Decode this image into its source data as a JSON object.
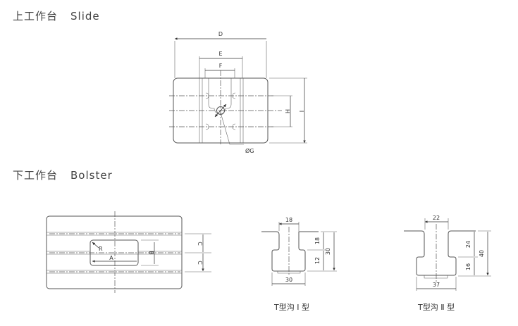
{
  "slide": {
    "title_cn": "上工作台",
    "title_en": "Slide",
    "dims": {
      "D": "D",
      "E": "E",
      "F": "F",
      "H": "H",
      "I": "I",
      "G": "ØG"
    }
  },
  "bolster": {
    "title_cn": "下工作台",
    "title_en": "Bolster",
    "dims": {
      "A": "A",
      "B": "B",
      "C1": "C",
      "C2": "C",
      "R": "R"
    }
  },
  "tslot1": {
    "caption": "T型沟 Ⅰ 型",
    "top_width": "18",
    "bottom_width": "30",
    "upper_depth": "18",
    "lower_depth": "12",
    "total_depth": "30"
  },
  "tslot2": {
    "caption": "T型沟 Ⅱ 型",
    "top_width": "22",
    "bottom_width": "37",
    "upper_depth": "24",
    "lower_depth": "16",
    "total_depth": "40"
  }
}
